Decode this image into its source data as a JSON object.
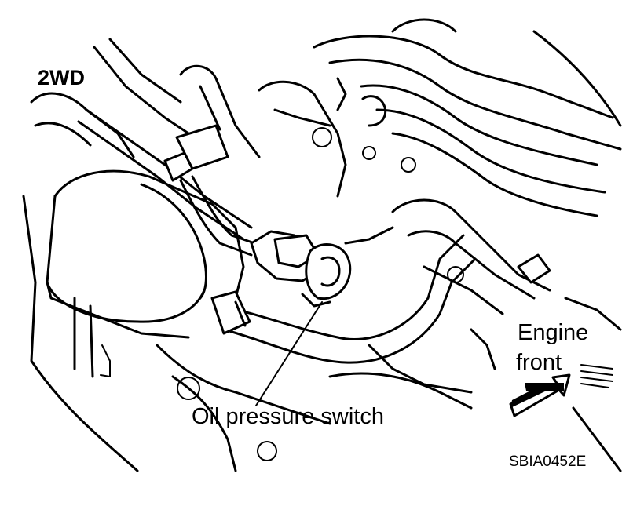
{
  "labels": {
    "variant": "2WD",
    "callout": "Oil pressure switch",
    "direction_line1": "Engine",
    "direction_line2": "front",
    "figure_code": "SBIA0452E"
  },
  "colors": {
    "ink": "#000000",
    "paper": "#ffffff"
  },
  "icons": {
    "direction_arrow": "arrow-up-right-icon"
  }
}
